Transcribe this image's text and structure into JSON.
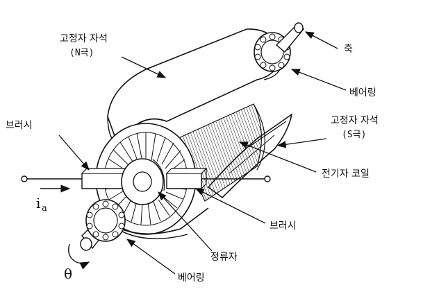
{
  "labels": {
    "stator_magnet_n_line1": "고정자 자석",
    "stator_magnet_n_line2": "(N극)",
    "shaft": "축",
    "bearing_top": "베어링",
    "stator_magnet_s_line1": "고정자 자석",
    "stator_magnet_s_line2": "(S극)",
    "brush_left": "브러시",
    "armature_coil": "전기자 코일",
    "current_symbol": "i",
    "current_subscript": "a",
    "brush_right": "브러시",
    "commutator": "정류자",
    "theta_symbol": "θ",
    "bearing_bottom": "베어링"
  },
  "colors": {
    "line": "#111111",
    "background": "#ffffff",
    "fill_light": "#f2f2f2",
    "fill_mid": "#d9d9d9"
  }
}
